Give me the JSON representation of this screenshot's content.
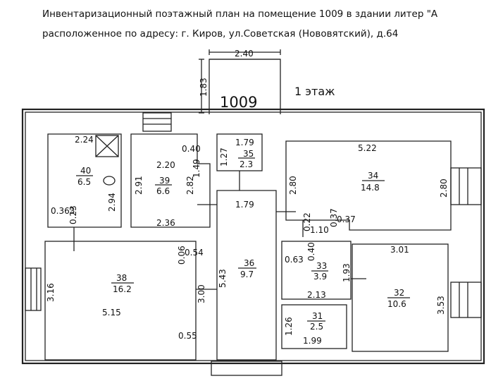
{
  "header": {
    "line1": "Инвентаризационный поэтажный  план на помещение 1009 в здании литер \"А",
    "line2": "расположенное по адресу:  г. Киров, ул.Советская (Нововятский),  д.64"
  },
  "plan": {
    "premises_number": "1009",
    "floor_label": "1 этаж"
  },
  "rooms": [
    {
      "id": "40",
      "area": "6.5"
    },
    {
      "id": "39",
      "area": "6.6"
    },
    {
      "id": "35",
      "area": "2.3"
    },
    {
      "id": "34",
      "area": "14.8"
    },
    {
      "id": "36",
      "area": "9.7"
    },
    {
      "id": "38",
      "area": "16.2"
    },
    {
      "id": "33",
      "area": "3.9"
    },
    {
      "id": "31",
      "area": "2.5"
    },
    {
      "id": "32",
      "area": "10.6"
    }
  ],
  "dimensions": {
    "d240": "2.40",
    "d183": "1.83",
    "d224": "2.24",
    "d294": "2.94",
    "d0363": "0.363",
    "d023": "0.23",
    "d040a": "0.40",
    "d220": "2.20",
    "d291": "2.91",
    "d282": "2.82",
    "d149": "1.49",
    "d236": "2.36",
    "d179a": "1.79",
    "d127": "1.27",
    "d179b": "1.79",
    "d522": "5.22",
    "d280a": "2.80",
    "d280b": "2.80",
    "d022": "0.22",
    "d037a": "0.37",
    "d110": "1.10",
    "d037b": "0.37",
    "d006": "0.06",
    "d054": "0.54",
    "d316": "3.16",
    "d515": "5.15",
    "d300": "3.00",
    "d055": "0.55",
    "d543": "5.43",
    "d040b": "0.40",
    "d063": "0.63",
    "d193": "1.93",
    "d213": "2.13",
    "d126": "1.26",
    "d199": "1.99",
    "d301": "3.01",
    "d353": "3.53"
  }
}
